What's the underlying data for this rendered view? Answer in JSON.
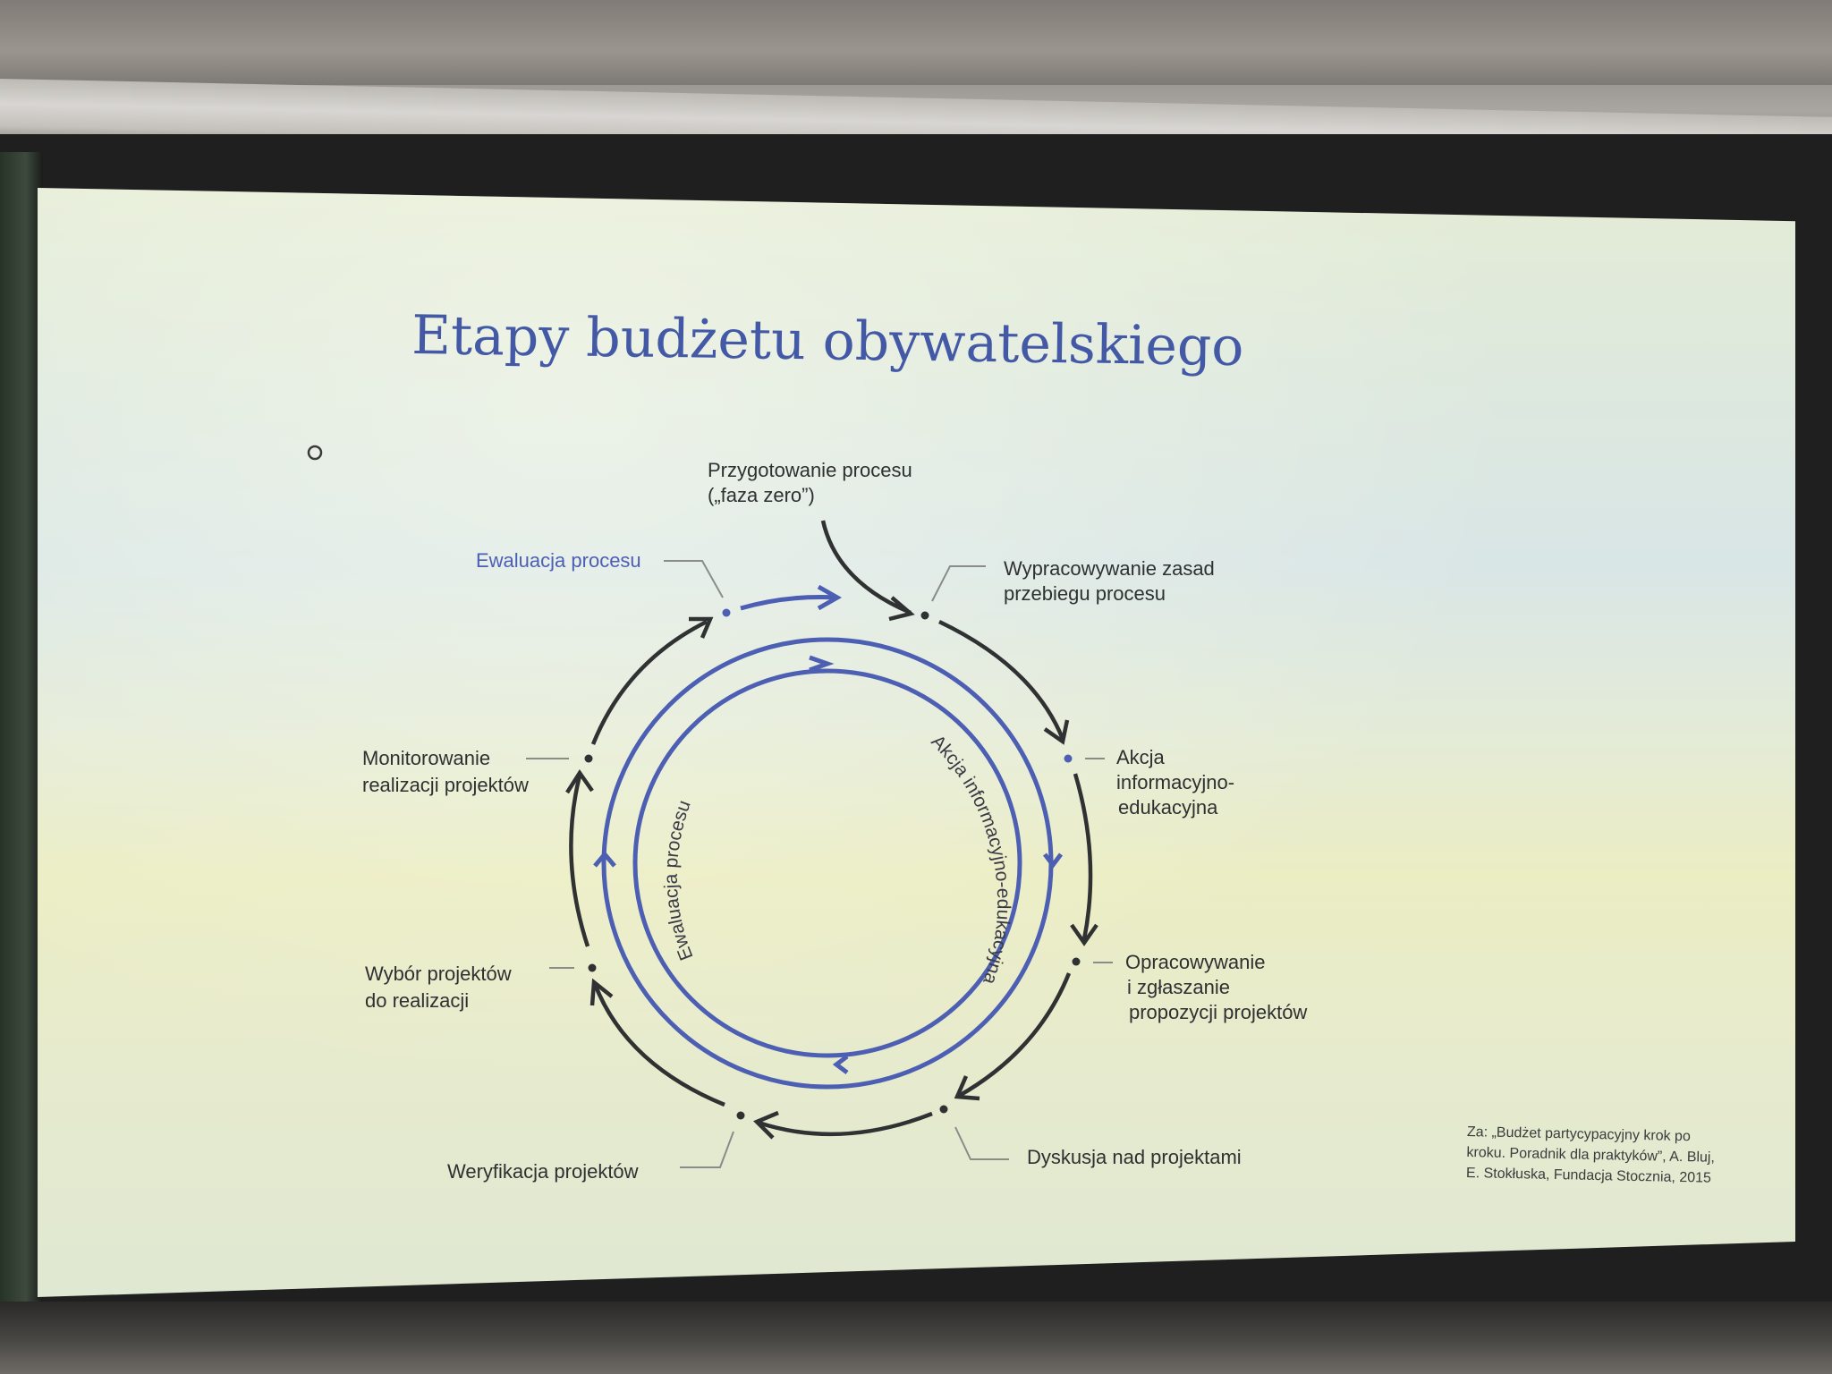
{
  "slide": {
    "title": "Etapy budżetu obywatelskiego",
    "stages": {
      "prep_line1": "Przygotowanie procesu",
      "prep_line2": "(„faza zero”)",
      "rules_line1": "Wypracowywanie zasad",
      "rules_line2": "przebiegu procesu",
      "info_line1": "Akcja",
      "info_line2": "informacyjno-",
      "info_line3": "edukacyjna",
      "proposals_line1": "Opracowywanie",
      "proposals_line2": "i zgłaszanie",
      "proposals_line3": "propozycji projektów",
      "discussion": "Dyskusja nad projektami",
      "verification": "Weryfikacja projektów",
      "selection_line1": "Wybór projektów",
      "selection_line2": "do realizacji",
      "monitoring_line1": "Monitorowanie",
      "monitoring_line2": "realizacji projektów",
      "evaluation": "Ewaluacja procesu"
    },
    "rings": {
      "info_arc": "Akcja informacyjno-edukacyjna",
      "evaluation_arc": "Ewaluacja procesu"
    },
    "source": {
      "line1": "Za: „Budżet partycypacyjny krok po",
      "line2": "kroku. Poradnik dla praktyków”, A. Bluj,",
      "line3": "E. Stokłuska, Fundacja Stocznia, 2015"
    }
  },
  "colors": {
    "title": "#4459a6",
    "ring_blue": "#4d5fb3",
    "arrow_dark": "#2f3132"
  }
}
